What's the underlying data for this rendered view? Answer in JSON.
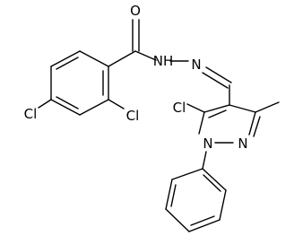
{
  "molecule": {
    "atoms": {
      "carbonyl_o": "O",
      "amide_nh": "NH",
      "hydrazone_n": "N",
      "cl_para": "Cl",
      "cl_ortho": "Cl",
      "cl_pyrazole": "Cl",
      "pyrazole_n1": "N",
      "pyrazole_n2": "N"
    },
    "colors": {
      "bond": "#000000",
      "label": "#000000",
      "background": "#ffffff"
    }
  }
}
